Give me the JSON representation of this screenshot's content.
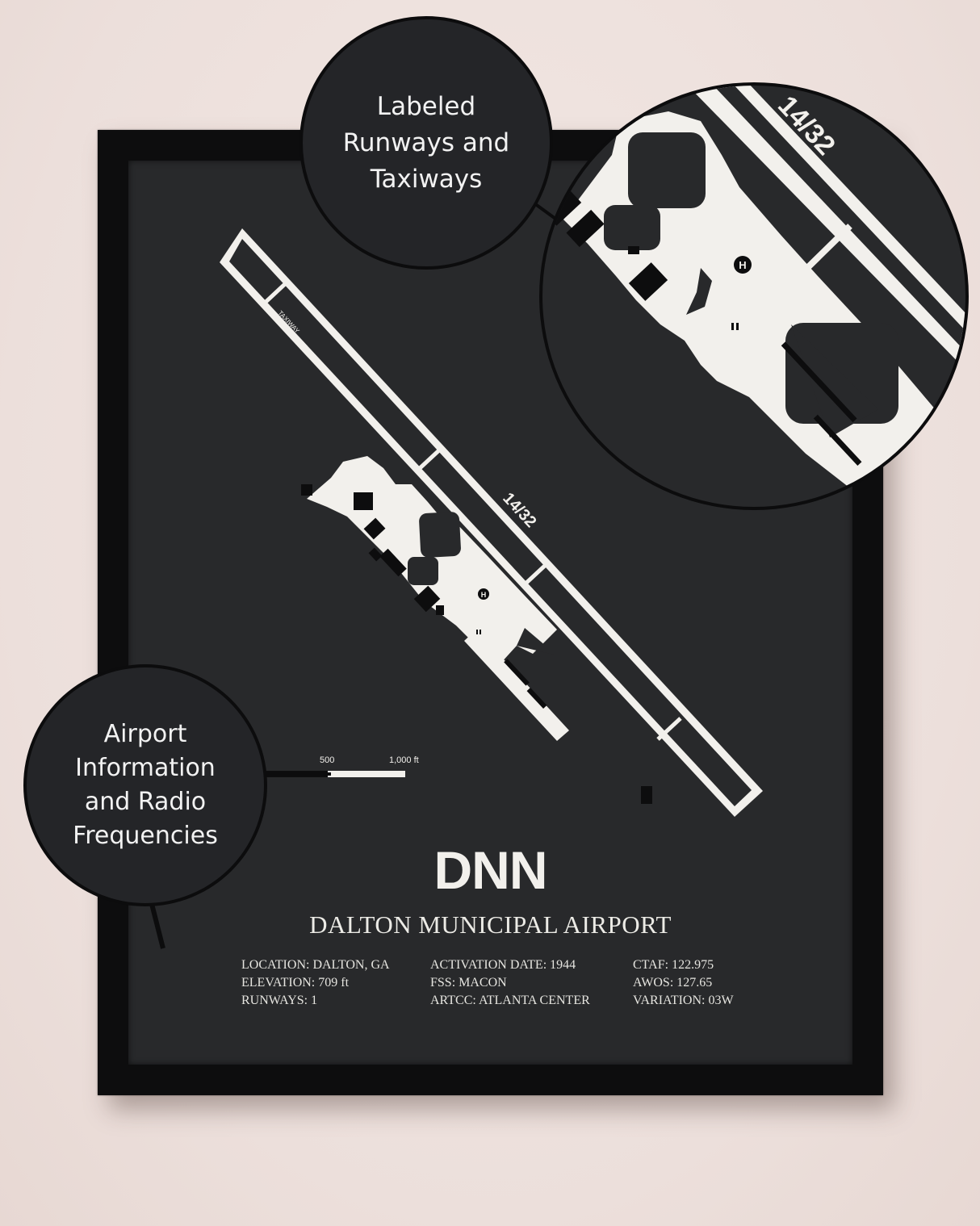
{
  "callouts": {
    "top": {
      "line1": "Labeled",
      "line2": "Runways and",
      "line3": "Taxiways"
    },
    "left": {
      "line1": "Airport",
      "line2": "Information",
      "line3": "and Radio",
      "line4": "Frequencies"
    }
  },
  "map": {
    "runway_label": "14/32",
    "taxiway_label": "TAXIWAY",
    "helipad_label": "H",
    "scale_500": "500",
    "scale_1000": "1,000 ft"
  },
  "poster": {
    "code": "DNN",
    "name": "DALTON MUNICIPAL AIRPORT",
    "info": {
      "col1": [
        "LOCATION: DALTON, GA",
        "ELEVATION: 709 ft",
        "RUNWAYS: 1"
      ],
      "col2": [
        "ACTIVATION DATE: 1944",
        "FSS: MACON",
        "ARTCC: ATLANTA CENTER"
      ],
      "col3": [
        "CTAF: 122.975",
        "AWOS: 127.65",
        "VARIATION: 03W"
      ]
    }
  },
  "colors": {
    "wall": "#efe3df",
    "frame": "#0d0d0e",
    "poster": "#28292b",
    "ink": "#f2f0ec"
  }
}
